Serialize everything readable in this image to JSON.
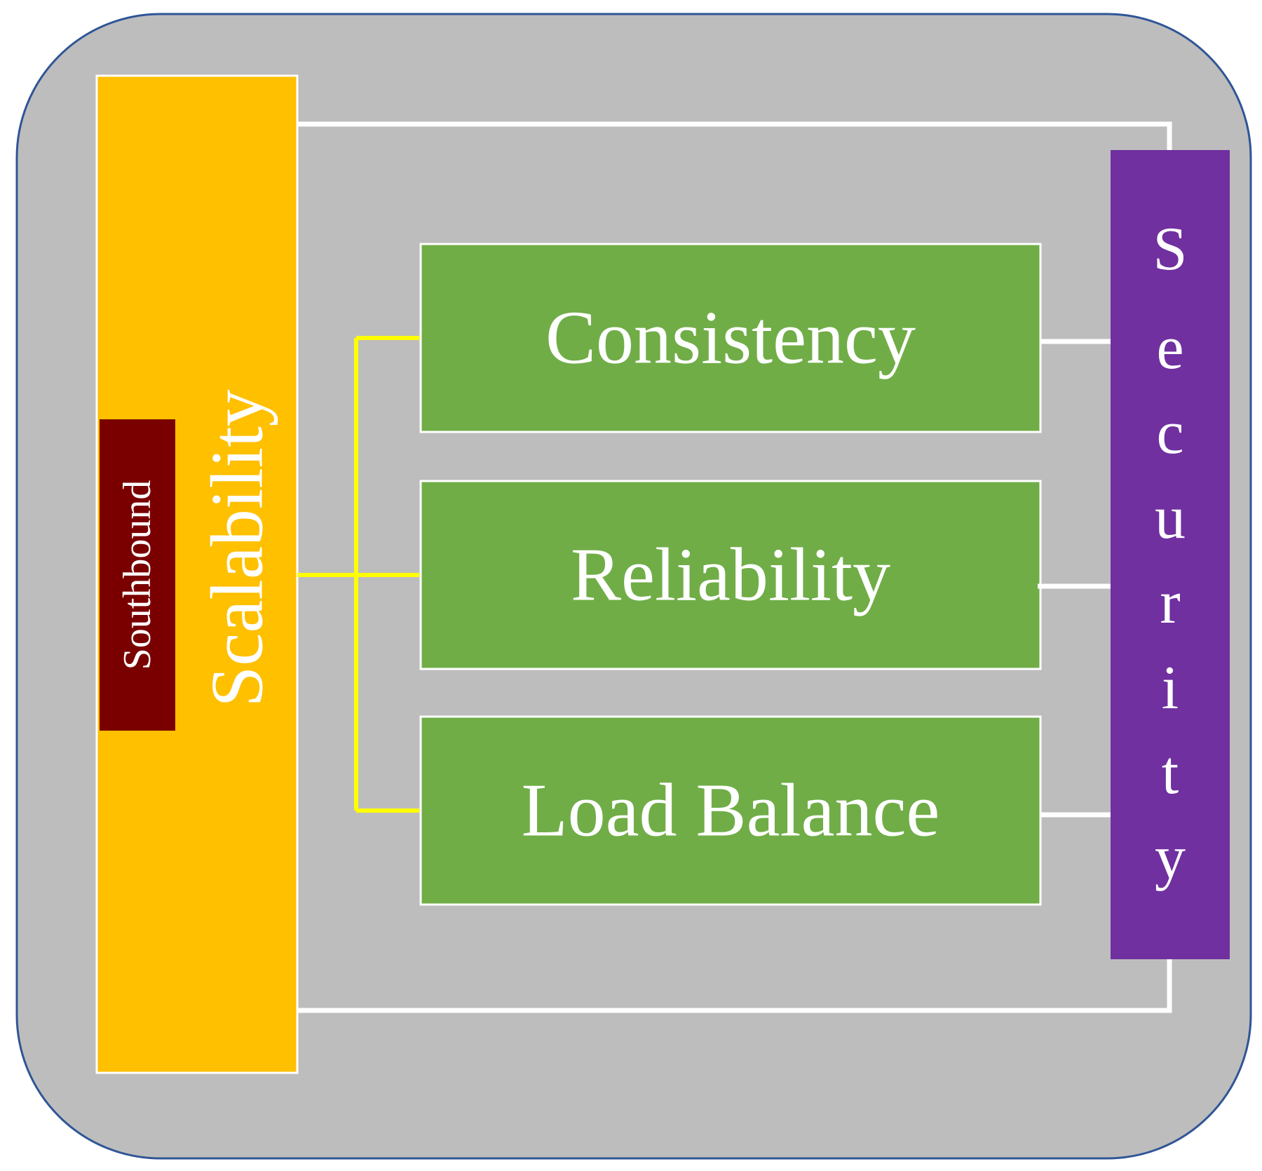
{
  "diagram": {
    "scalability": {
      "label": "Scalability",
      "tag": "Southbound"
    },
    "security": {
      "label": "Security",
      "letters": [
        "S",
        "e",
        "c",
        "u",
        "r",
        "i",
        "t",
        "y"
      ]
    },
    "boxes": [
      {
        "label": "Consistency"
      },
      {
        "label": "Reliability"
      },
      {
        "label": "Load Balance"
      }
    ]
  },
  "colors": {
    "frame": "#bdbdbd",
    "frame_border": "#2f5597",
    "scalability": "#ffc000",
    "southbound": "#7a0000",
    "security": "#7030a0",
    "boxes": "#70ad47",
    "tree_connector": "#ffff00",
    "white_connector": "#ffffff"
  }
}
